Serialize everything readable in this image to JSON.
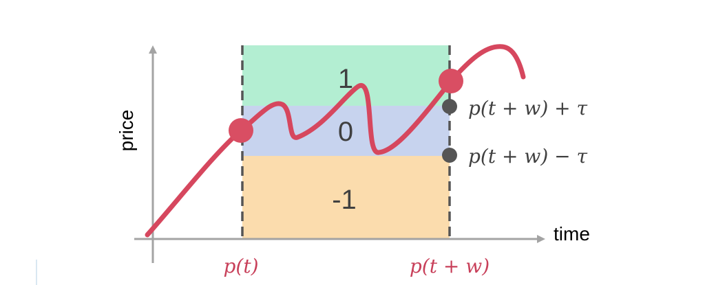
{
  "labels": {
    "upper_region": "1",
    "middle_region": "0",
    "lower_region": "-1",
    "y_axis": "price",
    "x_axis": "time",
    "upper_threshold": "p(t + w) + τ",
    "lower_threshold": "p(t + w) − τ",
    "start_time": "p(t)",
    "end_time": "p(t + w)"
  },
  "colors": {
    "upper_region": "#b3eed2",
    "middle_region": "#c7d3ee",
    "lower_region": "#fbdcad",
    "curve": "#d6475e",
    "marker_red": "#d94e63",
    "marker_gray": "#555555",
    "axis": "#a3a3a3",
    "dashed_line": "#555555",
    "math_red": "#c8405a",
    "math_dark": "#404040"
  }
}
